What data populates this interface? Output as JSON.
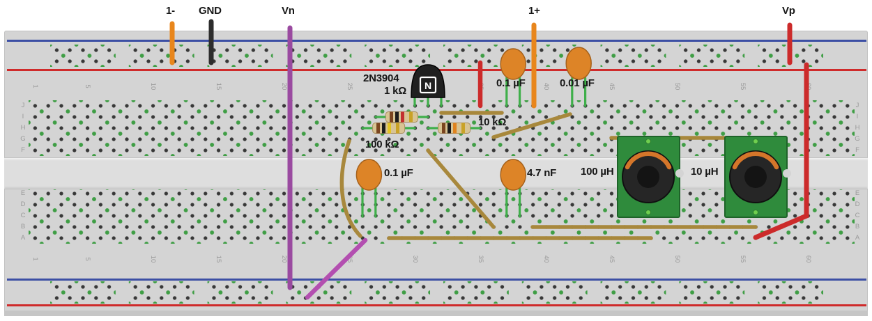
{
  "labels": {
    "in_neg": "1-",
    "gnd": "GND",
    "vn": "Vn",
    "in_pos": "1+",
    "vp": "Vp"
  },
  "board": {
    "row_letters_top": [
      "J",
      "I",
      "H",
      "G",
      "F"
    ],
    "row_letters_bottom": [
      "E",
      "D",
      "C",
      "B",
      "A"
    ],
    "column_numbers": [
      "1",
      "5",
      "10",
      "15",
      "20",
      "25",
      "30",
      "35",
      "40",
      "45",
      "50",
      "55",
      "60"
    ]
  },
  "components": {
    "transistor": {
      "part": "2N3904",
      "marking": "N"
    },
    "resistor_1k": {
      "value": "1 kΩ"
    },
    "resistor_100k": {
      "value": "100 kΩ"
    },
    "resistor_10k": {
      "value": "10 kΩ"
    },
    "cap_01uf_top": {
      "value": "0.1 µF"
    },
    "cap_001uf": {
      "value": "0.01 µF"
    },
    "cap_01uf_bottom": {
      "value": "0.1 µF"
    },
    "cap_47nf": {
      "value": "4.7 nF"
    },
    "inductor_100uh": {
      "value": "100 µH"
    },
    "inductor_10uh": {
      "value": "10 µH"
    }
  },
  "colors": {
    "board": "#d4d4d4",
    "rail_blue": "#3c4fa4",
    "rail_red": "#cf2b2b",
    "wire_orange": "#e8861c",
    "wire_black": "#2d2d2d",
    "wire_purple": "#9a4aa0",
    "wire_magenta": "#b34fb0",
    "wire_red": "#cc2b2b",
    "wire_tan": "#a8883c",
    "lead_green": "#3faf4a",
    "hole_green": "#3f9e45",
    "pcb_green": "#2f8b3c",
    "cap_orange": "#dd8427"
  }
}
